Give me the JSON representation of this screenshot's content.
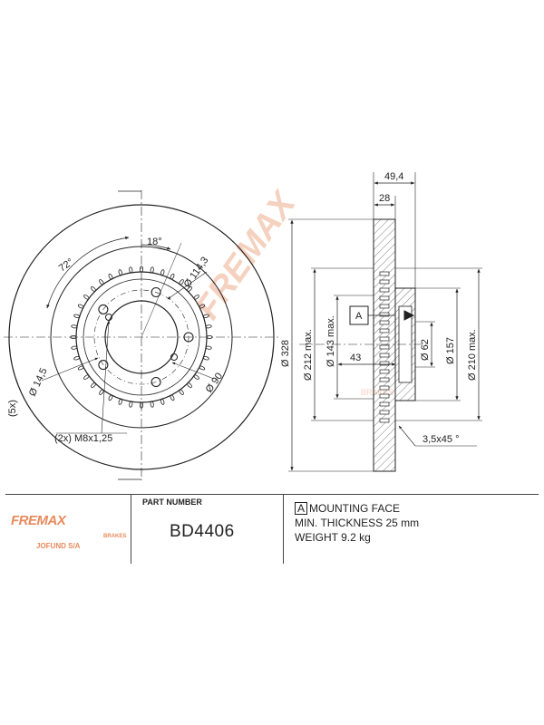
{
  "dims": {
    "d_total": "49,4",
    "d_thick": "28",
    "d_18deg": "18°",
    "d_72deg": "72°",
    "d_pcd": "Ø 114,3",
    "d_hole": "Ø 14,5",
    "d_holes_count": "(5x)",
    "d_center": "Ø 90",
    "d_thread": "(2x) M8x1,25",
    "d_328": "Ø 328",
    "d_212": "Ø 212 max.",
    "d_143": "Ø 143 max.",
    "d_43": "43",
    "d_62": "Ø 62",
    "d_157": "Ø 157",
    "d_210": "Ø 210 max.",
    "d_chamfer": "3,5x45 °",
    "datum": "A"
  },
  "watermark": {
    "brand": "FREMAX",
    "sub": "BRAKES"
  },
  "titleblock": {
    "brand": "FREMAX",
    "brand_sub": "BRAKES",
    "company": "JOFUND S/A",
    "part_label": "PART NUMBER",
    "part_number": "BD4406",
    "datum_box": "A",
    "mounting": "MOUNTING FACE",
    "min_thickness": "MIN. THICKNESS 25 mm",
    "weight": "WEIGHT 9.2 kg"
  },
  "colors": {
    "line": "#222222",
    "accent": "#e88a5c",
    "watermark": "#f4c9b4"
  }
}
